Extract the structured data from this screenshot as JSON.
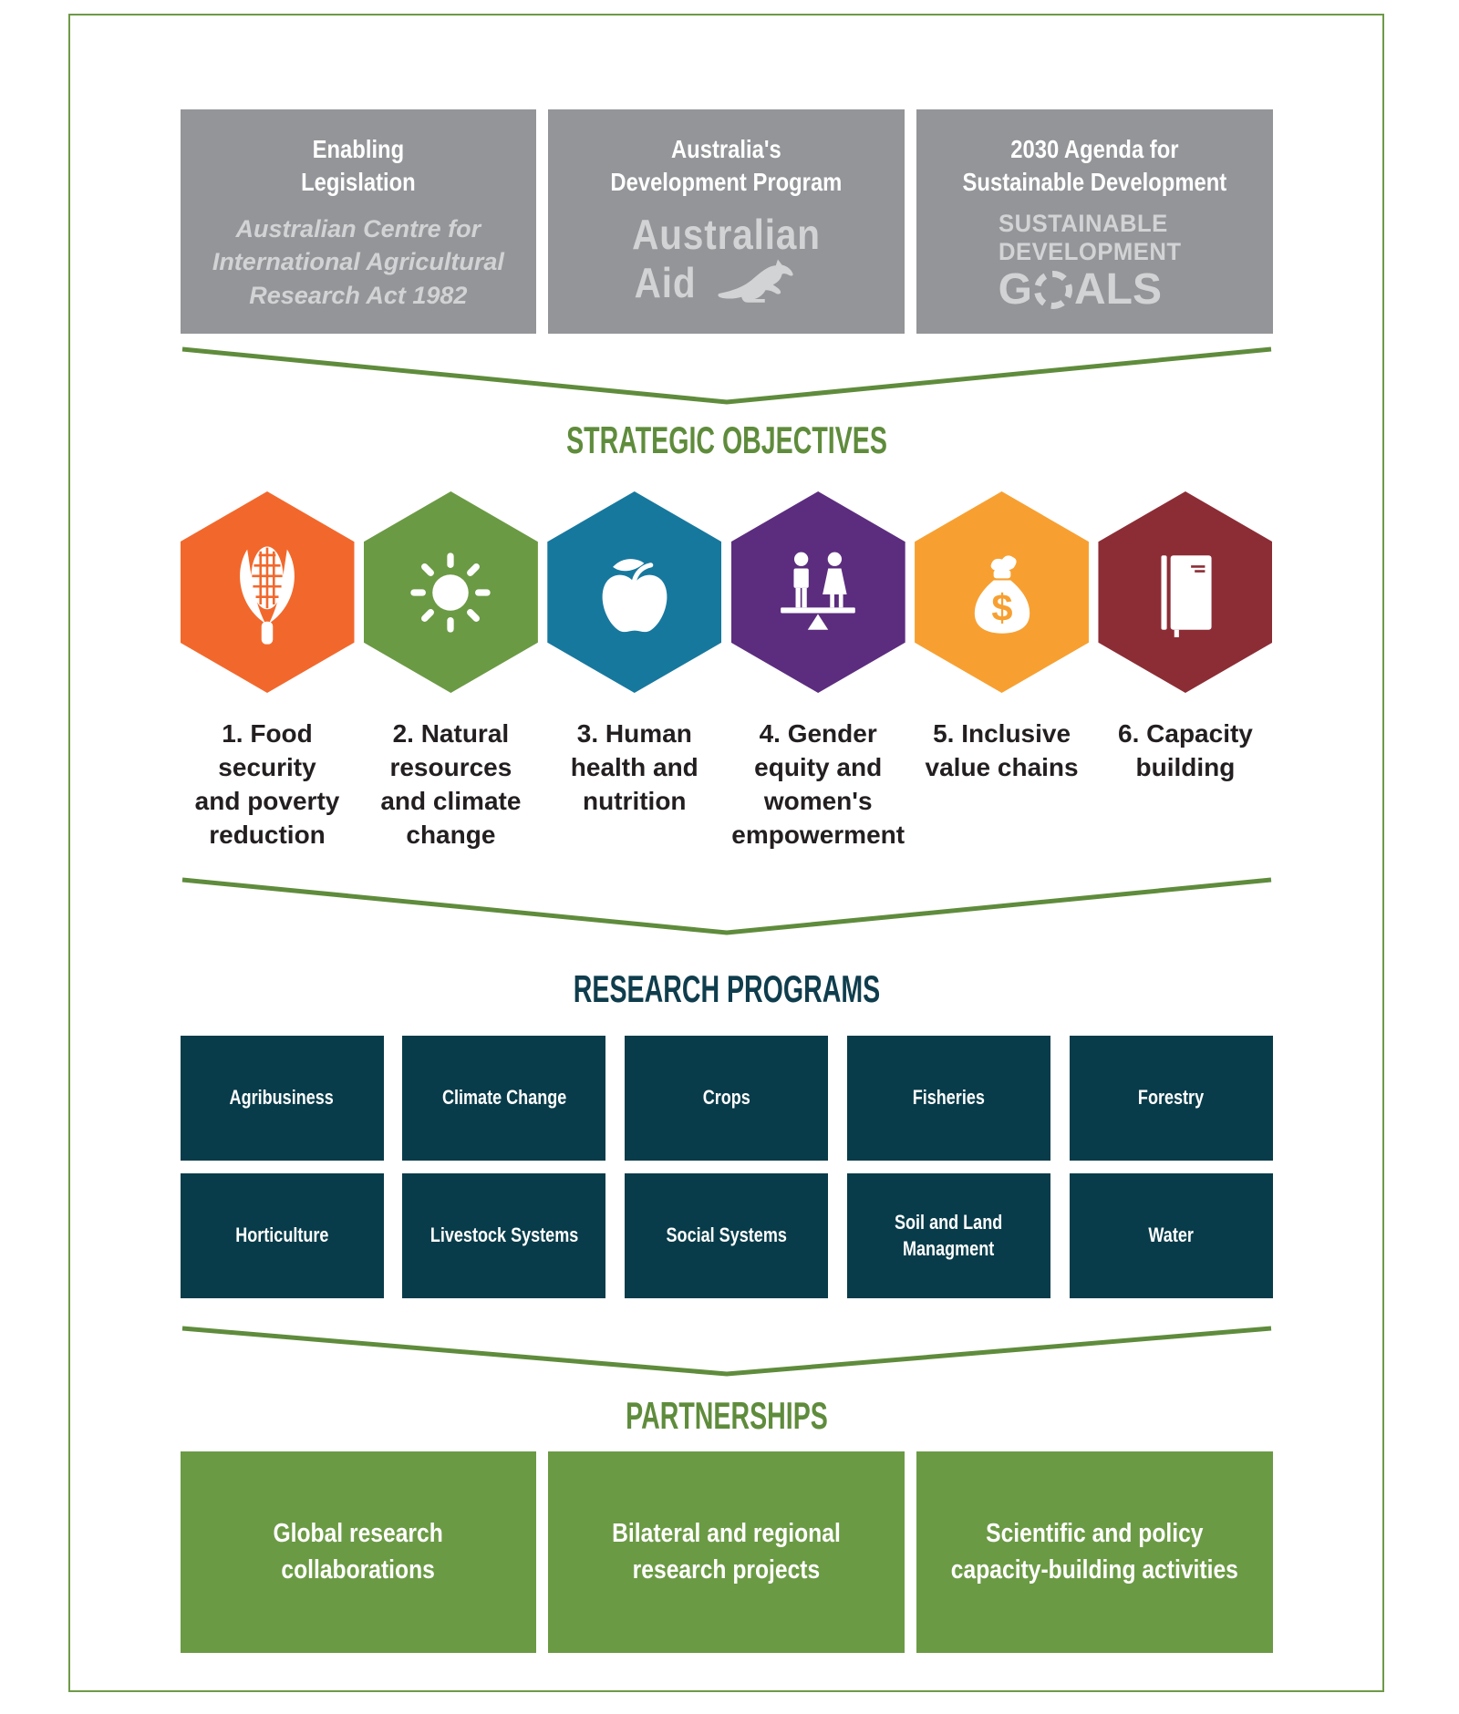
{
  "top_boxes": [
    {
      "title": "Enabling\nLegislation",
      "subtitle": "Australian Centre for\nInternational Agricultural\nResearch Act 1982"
    },
    {
      "title": "Australia's\nDevelopment Program",
      "logo_line1": "Australian",
      "logo_line2": "Aid"
    },
    {
      "title": "2030 Agenda for\nSustainable Development",
      "logo_line1": "SUSTAINABLE",
      "logo_line2": "DEVELOPMENT",
      "goals_g": "G",
      "goals_rest": "ALS"
    }
  ],
  "sections": {
    "strategic_objectives": "STRATEGIC OBJECTIVES",
    "research_programs": "RESEARCH PROGRAMS",
    "partnerships": "PARTNERSHIPS"
  },
  "objectives": [
    {
      "label": "1. Food\nsecurity\nand poverty\nreduction",
      "color": "#F2682C",
      "icon": "corn-icon"
    },
    {
      "label": "2. Natural\nresources\nand climate\nchange",
      "color": "#6B9A44",
      "icon": "sun-icon"
    },
    {
      "label": "3. Human\nhealth and\nnutrition",
      "color": "#17789E",
      "icon": "apple-icon"
    },
    {
      "label": "4. Gender\nequity and\nwomen's\nempowerment",
      "color": "#5C2D7F",
      "icon": "gender-balance-icon"
    },
    {
      "label": "5. Inclusive\nvalue chains",
      "color": "#F7A031",
      "icon": "money-bag-icon"
    },
    {
      "label": "6. Capacity\nbuilding",
      "color": "#8C2D36",
      "icon": "book-icon"
    }
  ],
  "research_programs": [
    "Agribusiness",
    "Climate Change",
    "Crops",
    "Fisheries",
    "Forestry",
    "Horticulture",
    "Livestock Systems",
    "Social Systems",
    "Soil and Land\nManagment",
    "Water"
  ],
  "partnerships": [
    "Global research\ncollaborations",
    "Bilateral and regional\nresearch projects",
    "Scientific and policy\ncapacity-building activities"
  ],
  "colors": {
    "green": "#5F8C3C",
    "box_green": "#6B9A44",
    "gray_box": "#939598",
    "light_gray_logo": "#D1D3D4",
    "dark_teal_box": "#083C4A",
    "dark_teal_title": "#0F3D4D",
    "label_text": "#231F20",
    "hex_orange": "#F2682C",
    "hex_blue": "#17789E",
    "hex_purple": "#5C2D7F",
    "hex_yellow": "#F7A031",
    "hex_maroon": "#8C2D36"
  }
}
